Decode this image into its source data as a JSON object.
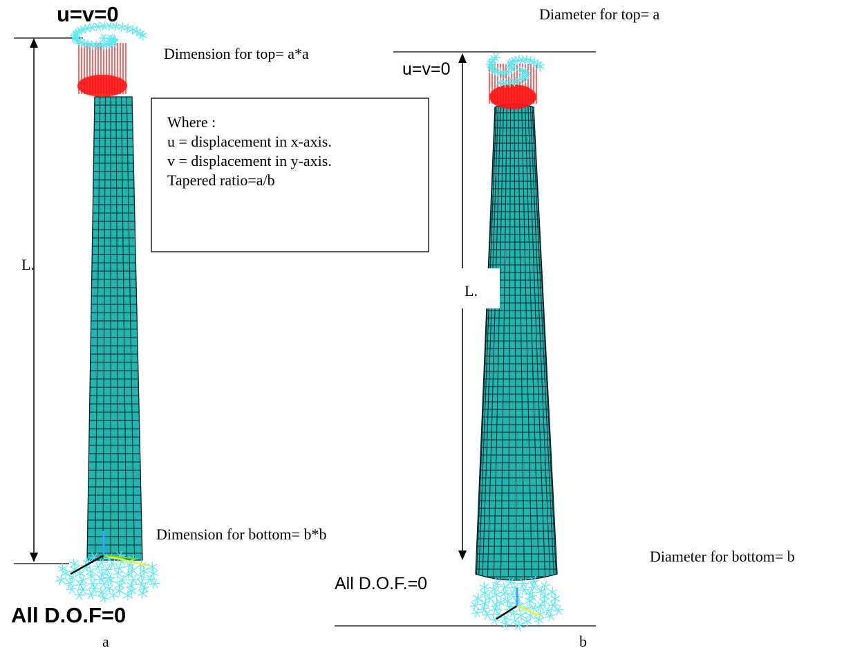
{
  "figure_a": {
    "top_boundary_label": "u=v=0",
    "length_label": "L.",
    "top_dimension_label": "Dimension for top= a*a",
    "bottom_dimension_label": "Dimension for bottom= b*b",
    "bottom_boundary_label": "All D.O.F=0",
    "caption": "a"
  },
  "figure_b": {
    "top_diameter_label": "Diameter for top= a",
    "top_boundary_label": "u=v=0",
    "length_label": "L.",
    "bottom_diameter_label": "Diameter for bottom= b",
    "bottom_boundary_label": "All D.O.F.=0",
    "caption": "b"
  },
  "note_box": {
    "lines": [
      "Where :",
      "u = displacement in x-axis.",
      "v = displacement in y-axis.",
      "Tapered ratio=a/b"
    ]
  },
  "colors": {
    "mesh_fill": "#1fb5b0",
    "mesh_line": "#0b1f22",
    "constraint": "#5fe9ef",
    "load": "#ff1414"
  },
  "icons": [
    "coordinate-triad-icon",
    "arrow-up-icon",
    "arrow-down-icon"
  ]
}
